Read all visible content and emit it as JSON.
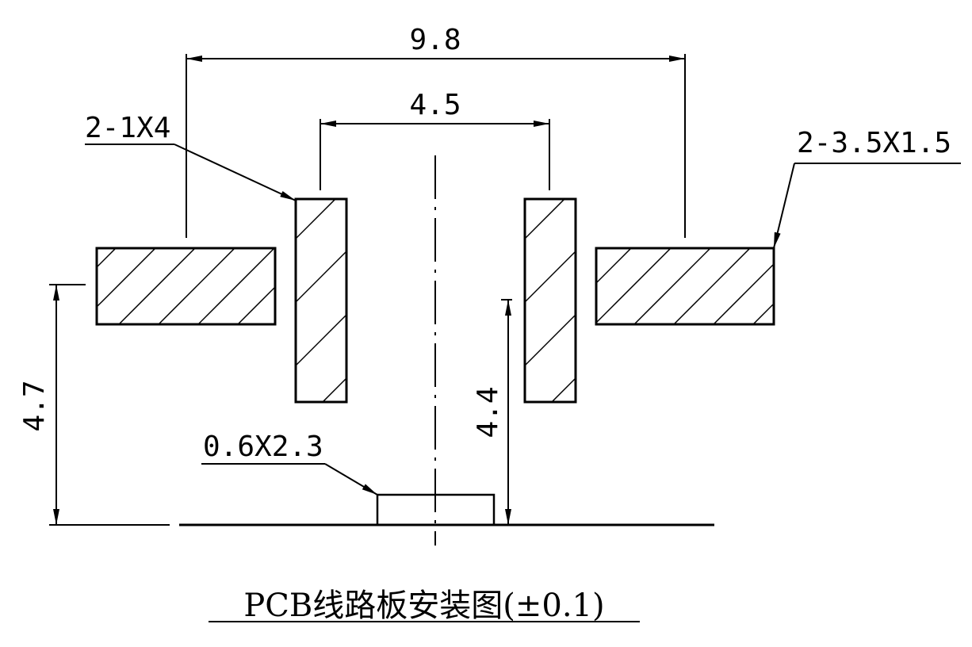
{
  "diagram": {
    "dimensions": {
      "overall_width": "9.8",
      "inner_width": "4.5",
      "left_height": "4.7",
      "right_height": "4.4"
    },
    "callouts": {
      "inner_pads": "2-1X4",
      "outer_pads": "2-3.5X1.5",
      "bottom_pad": "0.6X2.3"
    },
    "title": "PCB线路板安装图(±0.1)",
    "colors": {
      "line": "#000000",
      "background": "#ffffff"
    }
  }
}
